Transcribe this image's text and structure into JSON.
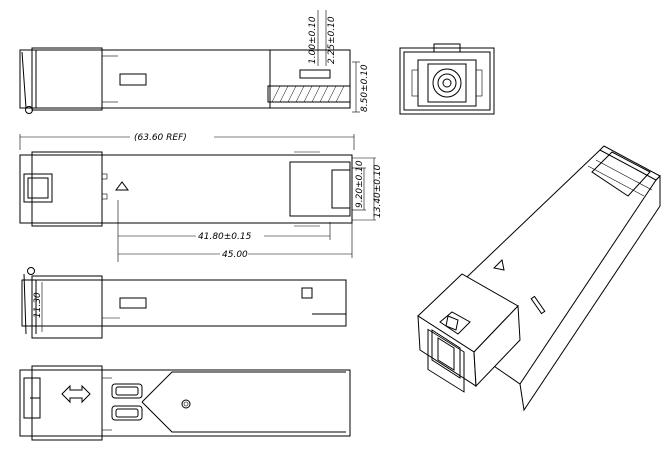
{
  "dimensions": {
    "d_1_00": "1.00±0.10",
    "d_2_25": "2.25±0.10",
    "d_8_50": "8.50±0.10",
    "d_63_60": "(63.60   REF)",
    "d_9_20": "9.20±0.10",
    "d_13_40": "13.40±0.10",
    "d_41_80": "41.80±0.15",
    "d_45_00": "45.00",
    "d_11_30": "11.30"
  },
  "colors": {
    "line": "#000000",
    "background": "#ffffff"
  }
}
